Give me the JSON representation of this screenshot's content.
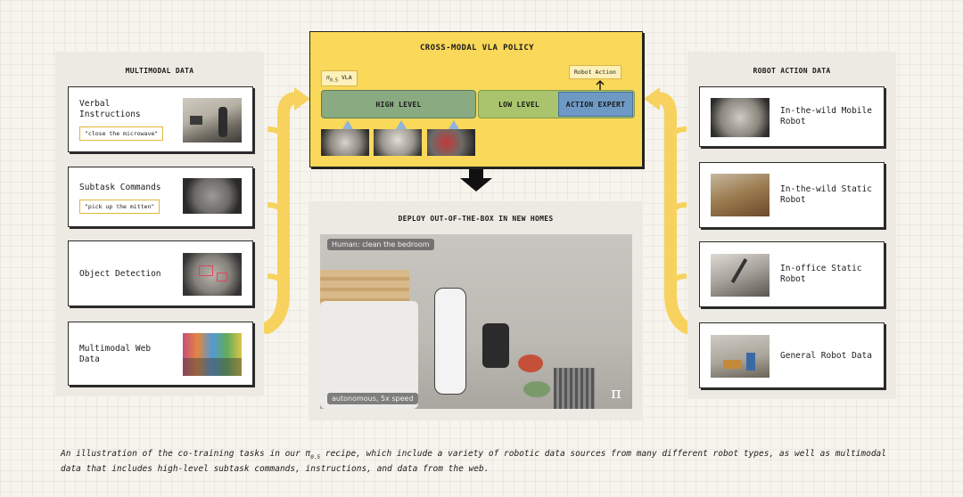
{
  "left_panel": {
    "title": "MULTIMODAL DATA",
    "cards": [
      {
        "label": "Verbal\nInstructions",
        "chip": "\"close the microwave\"",
        "thumb_icon": "kitchen-photo"
      },
      {
        "label": "Subtask Commands",
        "chip": "\"pick up the mitten\"",
        "thumb_icon": "fisheye-room-photo"
      },
      {
        "label": "Object Detection",
        "chip": "",
        "thumb_icon": "detection-photo"
      },
      {
        "label": "Multimodal Web\nData",
        "chip": "",
        "thumb_icon": "web-photo"
      }
    ]
  },
  "policy": {
    "title": "CROSS-MODAL VLA POLICY",
    "vla_tag_pi": "π",
    "vla_tag_sub": "0.5",
    "vla_tag_rest": " VLA",
    "robot_action": "Robot Action",
    "high_level": "HIGH LEVEL",
    "low_level": "LOW LEVEL",
    "action_expert": "ACTION EXPERT"
  },
  "deploy": {
    "title": "DEPLOY OUT-OF-THE-BOX IN NEW HOMES",
    "overlay_top": "Human: clean the bedroom",
    "overlay_bottom": "autonomous, 5x speed",
    "logo": "π"
  },
  "right_panel": {
    "title": "ROBOT ACTION DATA",
    "cards": [
      {
        "label": "In-the-wild Mobile\nRobot",
        "thumb_icon": "mobile-robot-photo"
      },
      {
        "label": "In-the-wild Static\nRobot",
        "thumb_icon": "static-robot-photo"
      },
      {
        "label": "In-office Static\nRobot",
        "thumb_icon": "office-robot-photo"
      },
      {
        "label": "General Robot Data",
        "thumb_icon": "general-robot-photo"
      }
    ]
  },
  "caption": {
    "before": "An illustration of the co-training tasks in our ",
    "pi": "π",
    "sub": "0.5",
    "after": " recipe, which include a variety of robotic data sources from many different robot types, as well as multimodal data that includes high-level subtask commands, instructions, and data from the web."
  },
  "colors": {
    "accent_yellow": "#f9d85a",
    "high_level_green": "#8aaa82",
    "low_level_green": "#a9c46c",
    "action_expert_blue": "#6e99c4",
    "arrow_yellow": "#f7d25e"
  }
}
